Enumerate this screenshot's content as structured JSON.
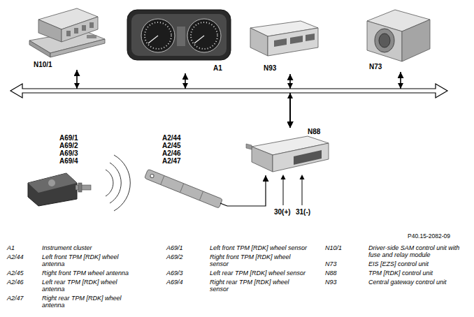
{
  "diagram": {
    "nodes": [
      {
        "text": [
          "N10/1"
        ]
      },
      {
        "text": [
          "A1"
        ]
      },
      {
        "text": [
          "N93"
        ]
      },
      {
        "text": [
          "N73"
        ]
      },
      {
        "text": [
          "A69/1 A69/2 A69/3 A69/4"
        ]
      },
      {
        "text": [
          "A2/44 A2/45 A2/46 A2/47"
        ]
      },
      {
        "text": [
          "N88"
        ]
      }
    ],
    "edges": [
      {
        "from": 6,
        "to": 0,
        "arrow": "both"
      },
      {
        "from": 6,
        "to": 1,
        "arrow": "both"
      },
      {
        "from": 6,
        "to": 2,
        "arrow": "both"
      },
      {
        "from": 6,
        "to": 3,
        "arrow": "both"
      },
      {
        "from": 5,
        "to": 6,
        "arrow": "to"
      }
    ],
    "labels": [
      "30(+)",
      "31(-)",
      "P40.15-2082-09",
      "A1",
      "Instrument cluster",
      "A2/44",
      "Left front TPM [RDK] wheel antenna",
      "A2/45",
      "Right front TPM wheel antenna",
      "A2/46",
      "Left rear TPM [RDK] wheel antenna",
      "A2/47",
      "Right rear TPM [RDK] wheel antenna",
      "A69/1",
      "Left front TPM [RDK] wheel sensor",
      "A69/2",
      "Right front TPM [RDK] wheel sensor",
      "A69/3",
      "Left rear TPM [RDK] wheel sensor",
      "A69/4",
      "Right rear TPM [RDK] wheel sensor",
      "N10/1",
      "Driver-side SAM control unit with fuse and relay module",
      "N73",
      "EIS [EZS] control unit",
      "N88",
      "TPM [RDK] control unit",
      "N93",
      "Central gateway control unit"
    ]
  }
}
